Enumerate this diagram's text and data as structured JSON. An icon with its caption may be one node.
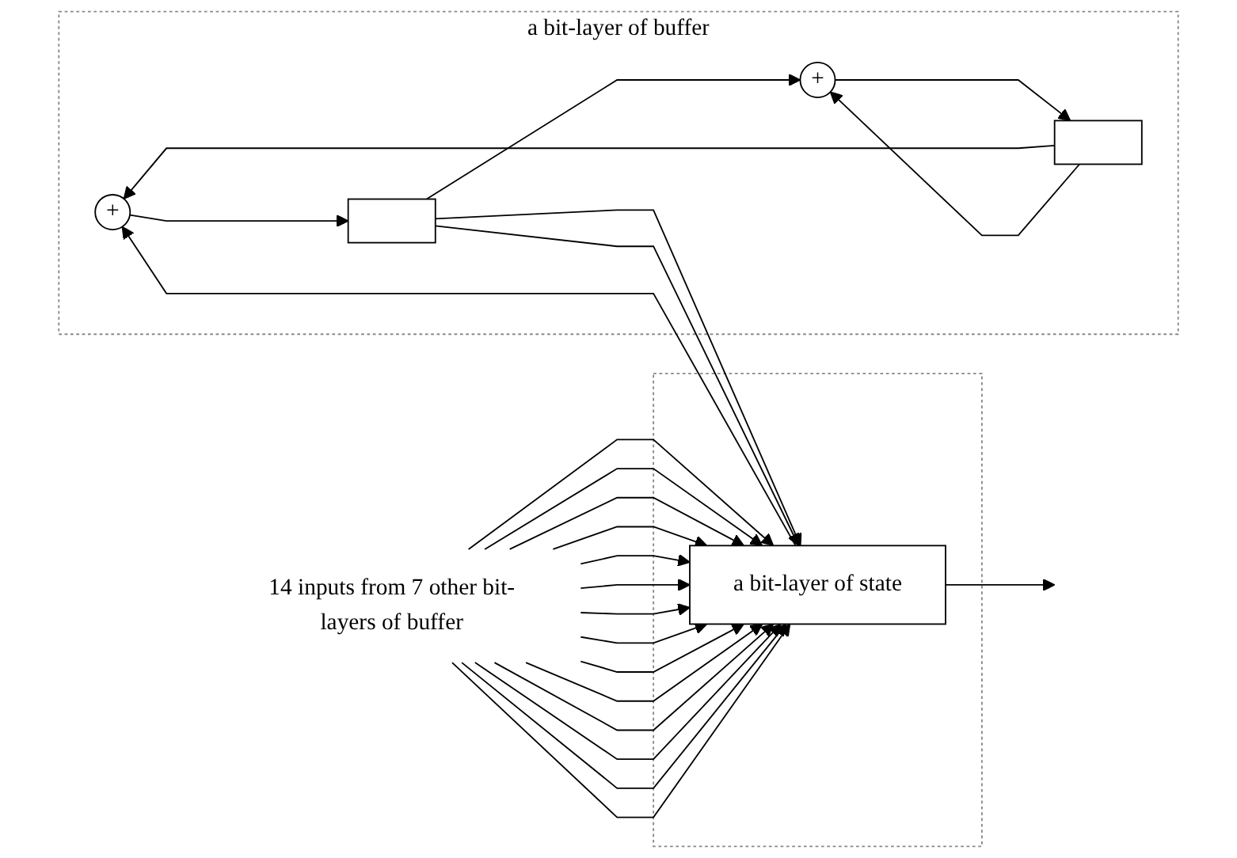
{
  "diagram": {
    "nodes": [
      {
        "text": [
          "a bit-layer of buffer"
        ]
      },
      {
        "text": [
          "+"
        ],
        "in": 0
      },
      {
        "text": [],
        "shape": "box",
        "in": 0
      },
      {
        "text": [
          "+"
        ],
        "in": 0
      },
      {
        "text": [],
        "shape": "box",
        "in": 0
      },
      {
        "text": [],
        "shape": "box"
      },
      {
        "text": [
          "a bit-layer of state"
        ],
        "in": 5
      },
      {
        "text": [
          "14 inputs from 7 other bit-layers of buffer"
        ]
      }
    ],
    "edges": [
      {
        "from": 1,
        "to": 2,
        "arrow": "to"
      },
      {
        "from": 2,
        "to": 3,
        "arrow": "to"
      },
      {
        "from": 3,
        "to": 4,
        "arrow": "to"
      },
      {
        "from": 4,
        "to": 1,
        "arrow": "to"
      },
      {
        "from": 4,
        "to": 3,
        "arrow": "to"
      },
      {
        "from": 2,
        "to": 6,
        "arrow": "to"
      },
      {
        "from": 2,
        "to": 6,
        "arrow": "to"
      },
      {
        "from": 6,
        "to": 1,
        "arrow": "to"
      },
      {
        "from": 6,
        "to": null,
        "arrow": "to"
      },
      {
        "from": 7,
        "to": 6,
        "arrow": "to"
      },
      {
        "from": 7,
        "to": 6,
        "arrow": "to"
      },
      {
        "from": 7,
        "to": 6,
        "arrow": "to"
      },
      {
        "from": 7,
        "to": 6,
        "arrow": "to"
      },
      {
        "from": 7,
        "to": 6,
        "arrow": "to"
      },
      {
        "from": 7,
        "to": 6,
        "arrow": "to"
      },
      {
        "from": 7,
        "to": 6,
        "arrow": "to"
      },
      {
        "from": 7,
        "to": 6,
        "arrow": "to"
      },
      {
        "from": 7,
        "to": 6,
        "arrow": "to"
      },
      {
        "from": 7,
        "to": 6,
        "arrow": "to"
      },
      {
        "from": 7,
        "to": 6,
        "arrow": "to"
      },
      {
        "from": 7,
        "to": 6,
        "arrow": "to"
      },
      {
        "from": 7,
        "to": 6,
        "arrow": "to"
      },
      {
        "from": 7,
        "to": 6,
        "arrow": "to"
      }
    ]
  }
}
